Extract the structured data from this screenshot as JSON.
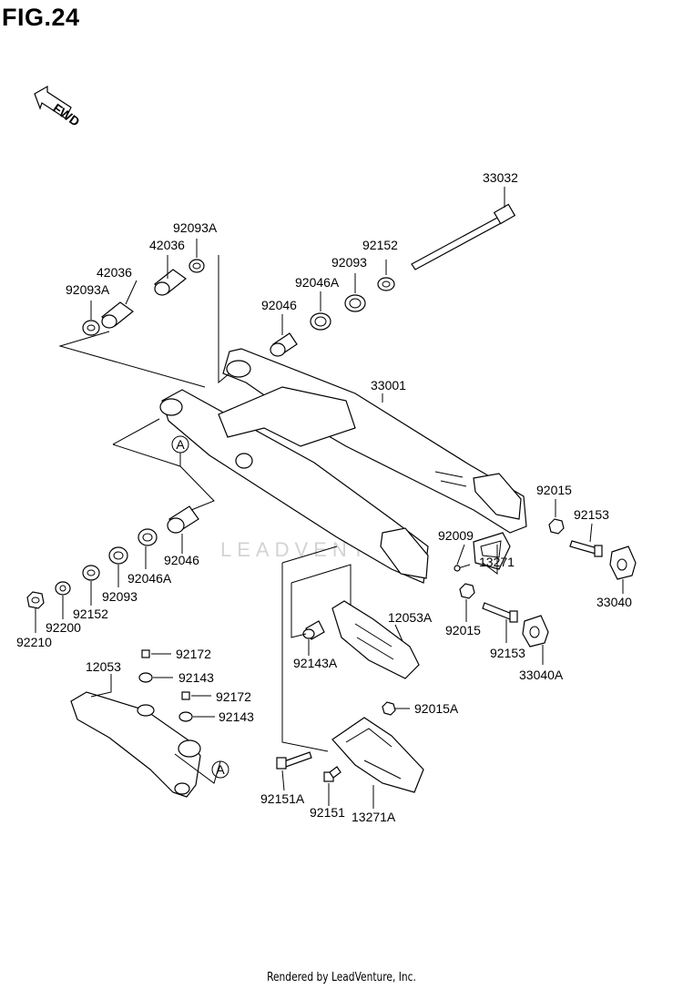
{
  "figure": {
    "title": "FIG.24"
  },
  "fwd_label": "FWD",
  "watermark": "LEADVENTURE",
  "footer": "Rendered by LeadVenture, Inc.",
  "callout_letter": "A",
  "parts": [
    {
      "id": "33032",
      "label": "33032"
    },
    {
      "id": "92093A_top",
      "label": "92093A"
    },
    {
      "id": "42036_top",
      "label": "42036"
    },
    {
      "id": "42036_mid",
      "label": "42036"
    },
    {
      "id": "92093A_mid",
      "label": "92093A"
    },
    {
      "id": "92152_top",
      "label": "92152"
    },
    {
      "id": "92093_top",
      "label": "92093"
    },
    {
      "id": "92046A_top",
      "label": "92046A"
    },
    {
      "id": "92046_top",
      "label": "92046"
    },
    {
      "id": "33001",
      "label": "33001"
    },
    {
      "id": "92015_right",
      "label": "92015"
    },
    {
      "id": "92009",
      "label": "92009"
    },
    {
      "id": "92153_right",
      "label": "92153"
    },
    {
      "id": "13271",
      "label": "13271"
    },
    {
      "id": "33040",
      "label": "33040"
    },
    {
      "id": "92046_low",
      "label": "92046"
    },
    {
      "id": "92046A_low",
      "label": "92046A"
    },
    {
      "id": "92093_low",
      "label": "92093"
    },
    {
      "id": "92152_low",
      "label": "92152"
    },
    {
      "id": "92200",
      "label": "92200"
    },
    {
      "id": "92210",
      "label": "92210"
    },
    {
      "id": "12053A",
      "label": "12053A"
    },
    {
      "id": "92015_mid",
      "label": "92015"
    },
    {
      "id": "92143A",
      "label": "92143A"
    },
    {
      "id": "92153_mid",
      "label": "92153"
    },
    {
      "id": "33040A",
      "label": "33040A"
    },
    {
      "id": "12053",
      "label": "12053"
    },
    {
      "id": "92172_a",
      "label": "92172"
    },
    {
      "id": "92143_a",
      "label": "92143"
    },
    {
      "id": "92172_b",
      "label": "92172"
    },
    {
      "id": "92143_b",
      "label": "92143"
    },
    {
      "id": "92015A",
      "label": "92015A"
    },
    {
      "id": "92151A",
      "label": "92151A"
    },
    {
      "id": "92151",
      "label": "92151"
    },
    {
      "id": "13271A",
      "label": "13271A"
    }
  ]
}
